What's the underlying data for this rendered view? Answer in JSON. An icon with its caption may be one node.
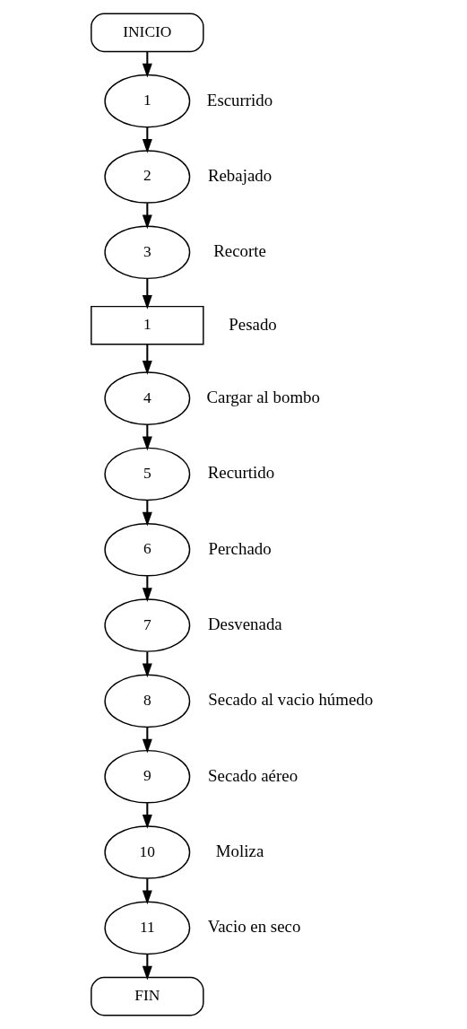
{
  "diagram": {
    "nodes": [
      {
        "text": [
          "INICIO"
        ]
      },
      {
        "text": [
          "1"
        ],
        "beside": [
          "Escurrido"
        ]
      },
      {
        "text": [
          "2"
        ],
        "beside": [
          "Rebajado"
        ]
      },
      {
        "text": [
          "3"
        ],
        "beside": [
          "Recorte"
        ]
      },
      {
        "text": [
          "1"
        ],
        "beside": [
          "Pesado"
        ]
      },
      {
        "text": [
          "4"
        ],
        "beside": [
          "Cargar al bombo"
        ]
      },
      {
        "text": [
          "5"
        ],
        "beside": [
          "Recurtido"
        ]
      },
      {
        "text": [
          "6"
        ],
        "beside": [
          "Perchado"
        ]
      },
      {
        "text": [
          "7"
        ],
        "beside": [
          "Desvenada"
        ]
      },
      {
        "text": [
          "8"
        ],
        "beside": [
          "Secado al vacio húmedo"
        ]
      },
      {
        "text": [
          "9"
        ],
        "beside": [
          "Secado aéreo"
        ]
      },
      {
        "text": [
          "10"
        ],
        "beside": [
          "Moliza"
        ]
      },
      {
        "text": [
          "11"
        ],
        "beside": [
          "Vacio en seco"
        ]
      },
      {
        "text": [
          "FIN"
        ]
      }
    ],
    "edges": [
      {
        "from": 0,
        "to": 1,
        "arrow": "to"
      },
      {
        "from": 1,
        "to": 2,
        "arrow": "to"
      },
      {
        "from": 2,
        "to": 3,
        "arrow": "to"
      },
      {
        "from": 3,
        "to": 4,
        "arrow": "to"
      },
      {
        "from": 4,
        "to": 5,
        "arrow": "to"
      },
      {
        "from": 5,
        "to": 6,
        "arrow": "to"
      },
      {
        "from": 6,
        "to": 7,
        "arrow": "to"
      },
      {
        "from": 7,
        "to": 8,
        "arrow": "to"
      },
      {
        "from": 8,
        "to": 9,
        "arrow": "to"
      },
      {
        "from": 9,
        "to": 10,
        "arrow": "to"
      },
      {
        "from": 10,
        "to": 11,
        "arrow": "to"
      },
      {
        "from": 11,
        "to": 12,
        "arrow": "to"
      },
      {
        "from": 12,
        "to": 13,
        "arrow": "to"
      }
    ]
  }
}
